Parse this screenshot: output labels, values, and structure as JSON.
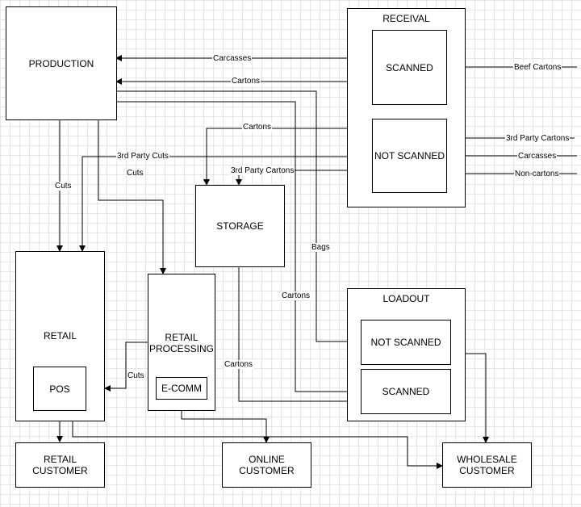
{
  "nodes": {
    "production": "PRODUCTION",
    "receival": "RECEIVAL",
    "scanned_receival": "SCANNED",
    "not_scanned_receival": "NOT SCANNED",
    "storage": "STORAGE",
    "retail": "RETAIL",
    "pos": "POS",
    "retail_processing": "RETAIL\nPROCESSING",
    "ecomm": "E-COMM",
    "loadout": "LOADOUT",
    "not_scanned_loadout": "NOT SCANNED",
    "scanned_loadout": "SCANNED",
    "retail_customer": "RETAIL CUSTOMER",
    "online_customer": "ONLINE CUSTOMER",
    "wholesale_customer": "WHOLESALE\nCUSTOMER"
  },
  "edge_labels": {
    "carcasses_top": "Carcasses",
    "cartons_top": "Cartons",
    "beef_cartons": "Beef Cartons",
    "third_party_cartons_in": "3rd Party Cartons",
    "carcasses_in": "Carcasses",
    "noncartons_in": "Non-cartons",
    "cartons_storage": "Cartons",
    "third_party_cuts": "3rd Party Cuts",
    "cuts_mid": "Cuts",
    "third_party_cartons_storage": "3rd Party Cartons",
    "cuts_left": "Cuts",
    "bags": "Bags",
    "cartons_loadout": "Cartons",
    "cuts_pos": "Cuts",
    "cartons_storage_out": "Cartons"
  }
}
